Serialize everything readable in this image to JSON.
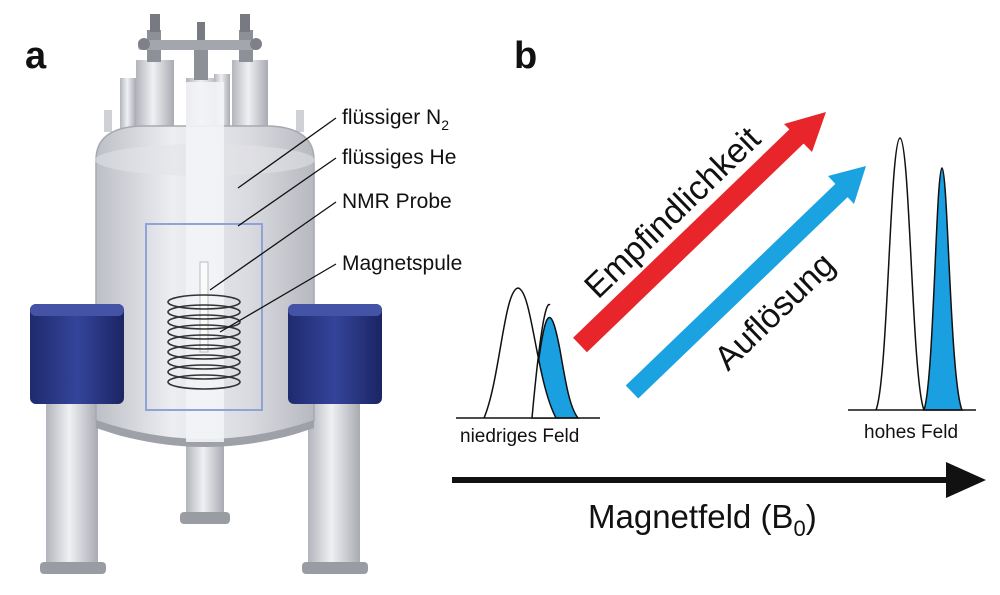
{
  "panel_a": {
    "label": "a",
    "callouts": {
      "liquid_n2_main": "flüssiger N",
      "liquid_n2_sub": "2",
      "liquid_he": "flüssiges He",
      "nmr_probe": "NMR Probe",
      "magnet_coil": "Magnetspule"
    }
  },
  "panel_b": {
    "label": "b",
    "sensitivity_arrow": {
      "label": "Empfindlichkeit",
      "color": "#e8252b"
    },
    "resolution_arrow": {
      "label": "Auflösung",
      "color": "#1aa3e0"
    },
    "low_field_label": "niedriges Feld",
    "high_field_label": "hohes Feld",
    "axis": {
      "label_main": "Magnetfeld (B",
      "label_sub": "0",
      "label_close": ")"
    },
    "peak_fill_color": "#1a9fe0"
  },
  "colors": {
    "magnet_body": "#dcdde2",
    "magnet_pads": "#27357f",
    "coil": "#333333"
  }
}
